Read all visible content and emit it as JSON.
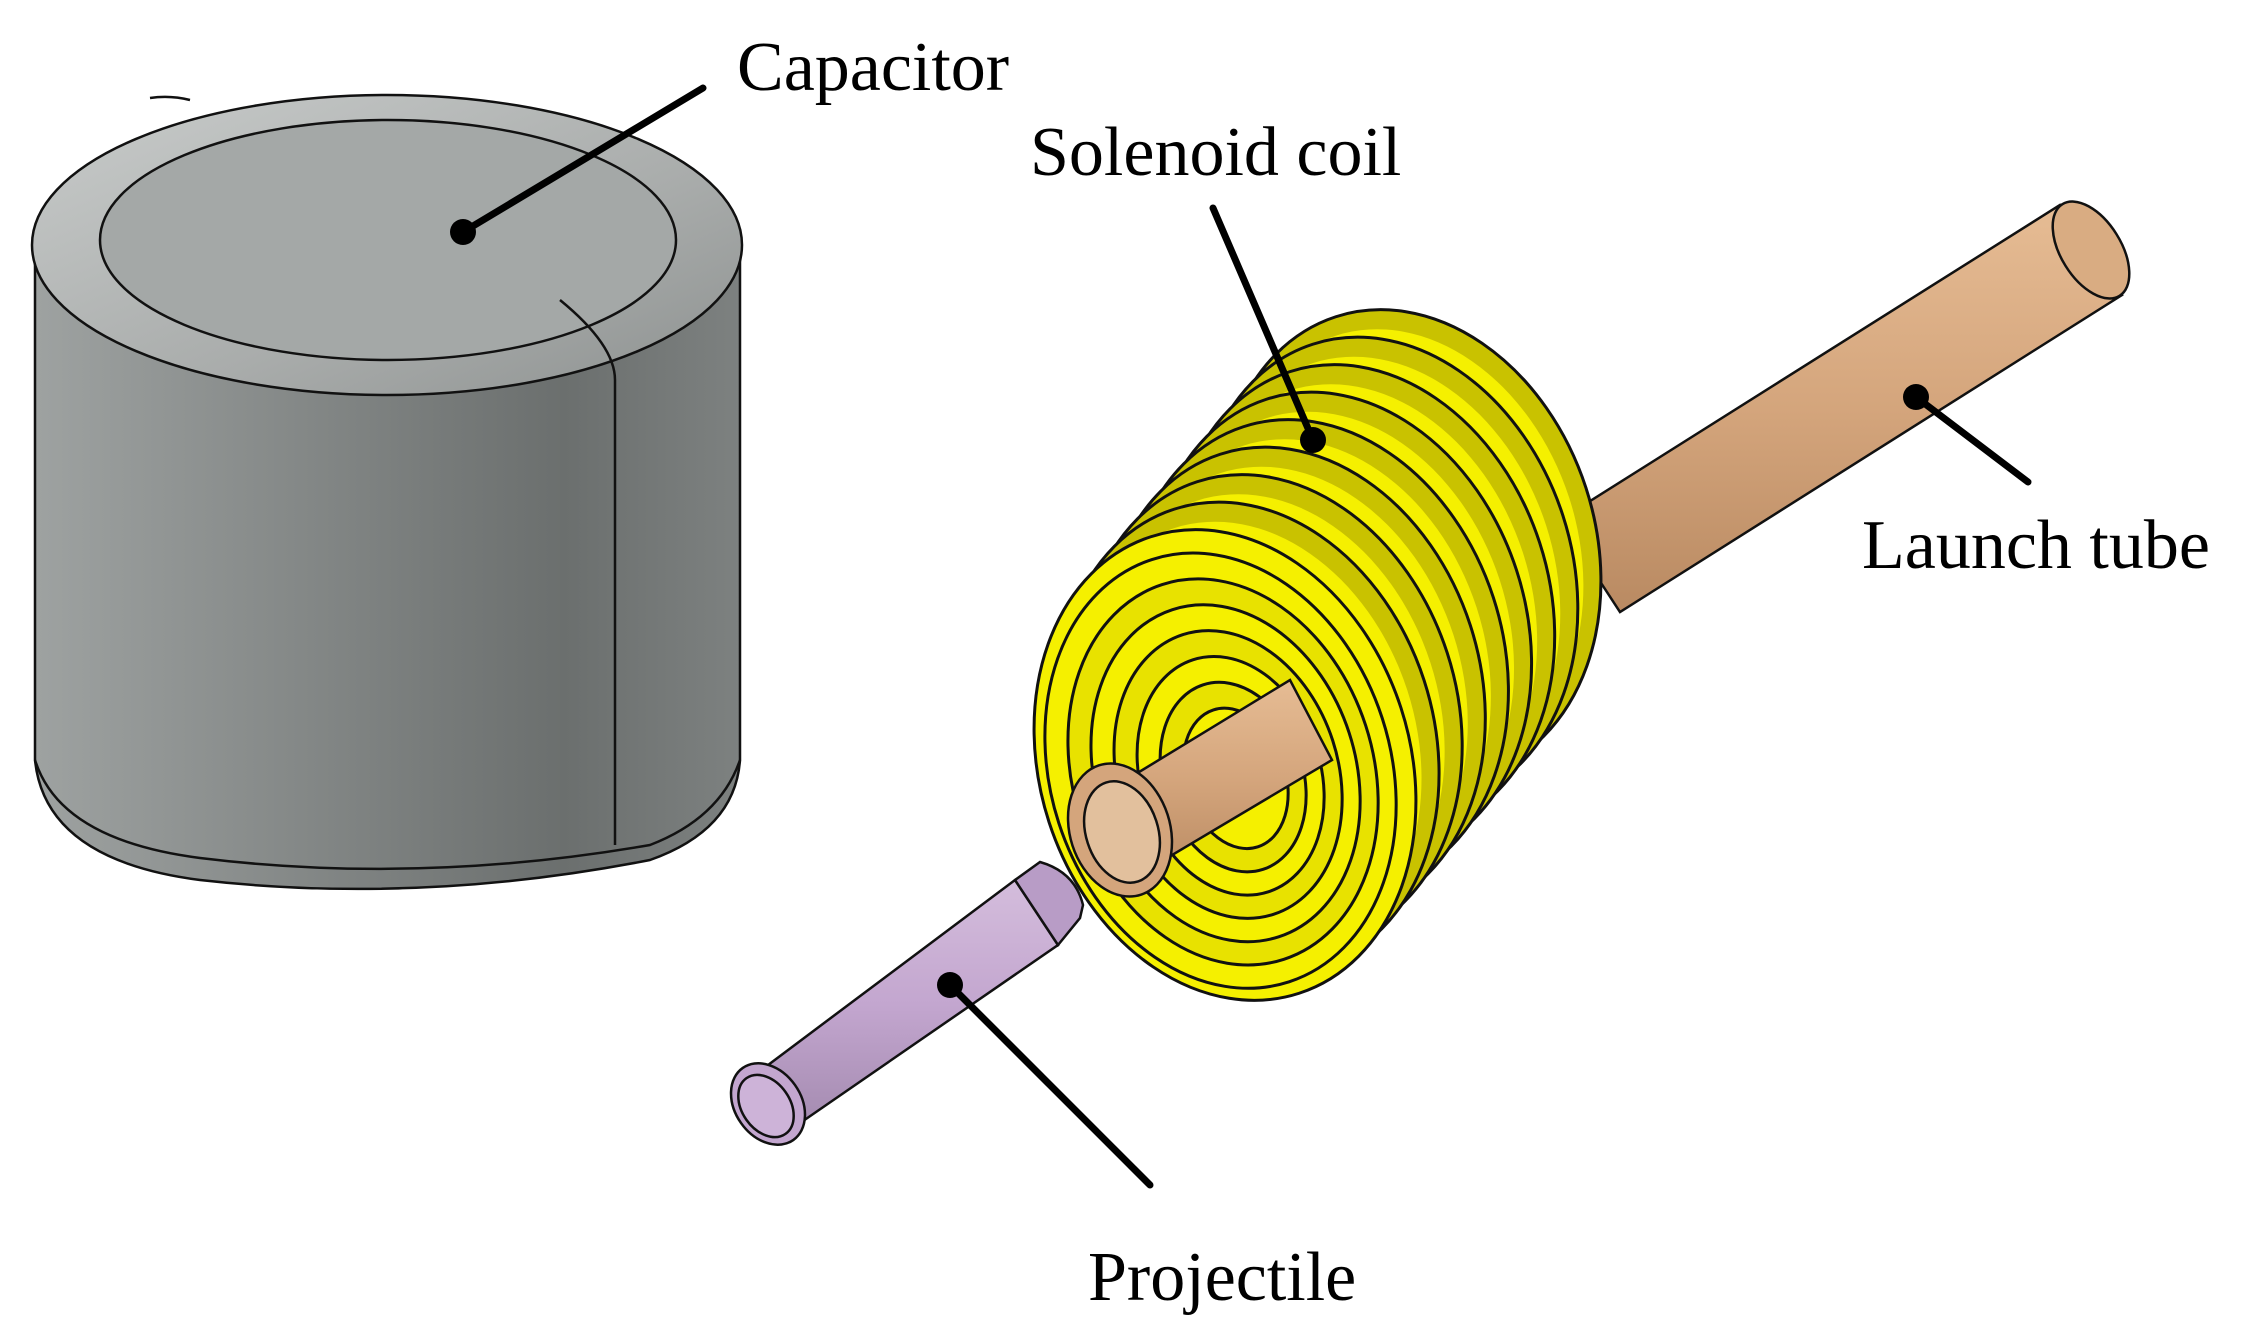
{
  "labels": {
    "capacitor": "Capacitor",
    "solenoid_coil": "Solenoid coil",
    "launch_tube": "Launch tube",
    "projectile": "Projectile"
  },
  "colors": {
    "capacitor": "#8e9291",
    "capacitor_top": "#a3a7a6",
    "coil": "#f5f000",
    "coil_shadow": "#c9c200",
    "tube": "#d4a57c",
    "tube_dark": "#b98a62",
    "projectile": "#c3a6cf",
    "projectile_dark": "#a88bb5",
    "leader": "#000000"
  },
  "coil_turns": 9
}
